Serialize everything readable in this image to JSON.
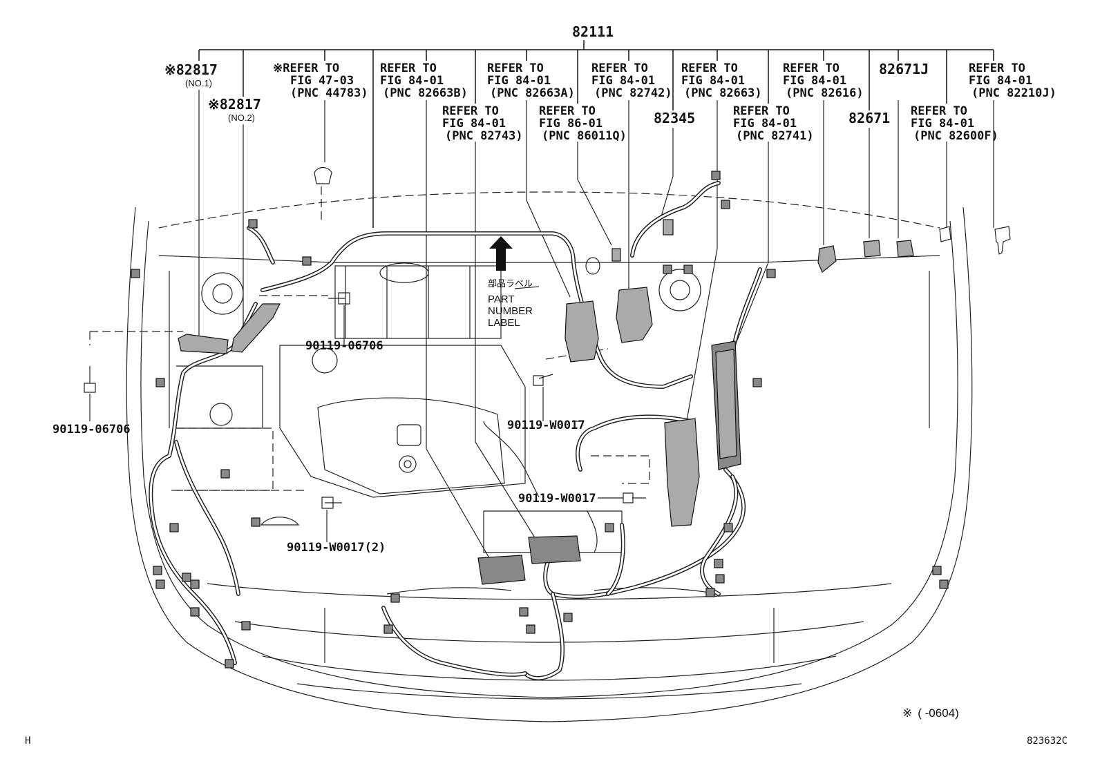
{
  "top_part": "82111",
  "callouts": {
    "c82817_no1": {
      "mark": "※",
      "number": "82817",
      "sub": "(NO.1)"
    },
    "c82817_no2": {
      "mark": "※",
      "number": "82817",
      "sub": "(NO.2)"
    },
    "c82345": "82345",
    "c82671J": "82671J",
    "c82671": "82671"
  },
  "refers": {
    "r44783": {
      "mark": "※",
      "l1": "REFER TO",
      "l2": "FIG 47-03",
      "l3": "(PNC 44783)"
    },
    "r82663B": {
      "l1": "REFER TO",
      "l2": "FIG 84-01",
      "l3": "(PNC 82663B)"
    },
    "r82663A": {
      "l1": "REFER TO",
      "l2": "FIG 84-01",
      "l3": "(PNC 82663A)"
    },
    "r82742": {
      "l1": "REFER TO",
      "l2": "FIG 84-01",
      "l3": "(PNC 82742)"
    },
    "r82663": {
      "l1": "REFER TO",
      "l2": "FIG 84-01",
      "l3": "(PNC 82663)"
    },
    "r82616": {
      "l1": "REFER TO",
      "l2": "FIG 84-01",
      "l3": "(PNC 82616)"
    },
    "r82210J": {
      "l1": "REFER TO",
      "l2": "FIG 84-01",
      "l3": "(PNC 82210J)"
    },
    "r82743": {
      "l1": "REFER TO",
      "l2": "FIG 84-01",
      "l3": "(PNC 82743)"
    },
    "r86011Q": {
      "l1": "REFER TO",
      "l2": "FIG 86-01",
      "l3": "(PNC 86011Q)"
    },
    "r82741": {
      "l1": "REFER TO",
      "l2": "FIG 84-01",
      "l3": "(PNC 82741)"
    },
    "r82600F": {
      "l1": "REFER TO",
      "l2": "FIG 84-01",
      "l3": "(PNC 82600F)"
    }
  },
  "label_sticker": {
    "jp": "部品ラベル",
    "l1": "PART",
    "l2": "NUMBER",
    "l3": "LABEL"
  },
  "bolts": {
    "b1": "90119-06706",
    "b2": "90119-06706",
    "b3": "90119-W0017",
    "b4": "90119-W0017",
    "b5": "90119-W0017(2)"
  },
  "footnote": {
    "mark": "※",
    "text": "(      -0604)"
  },
  "corner_left": "H",
  "illustration_id": "823632C"
}
